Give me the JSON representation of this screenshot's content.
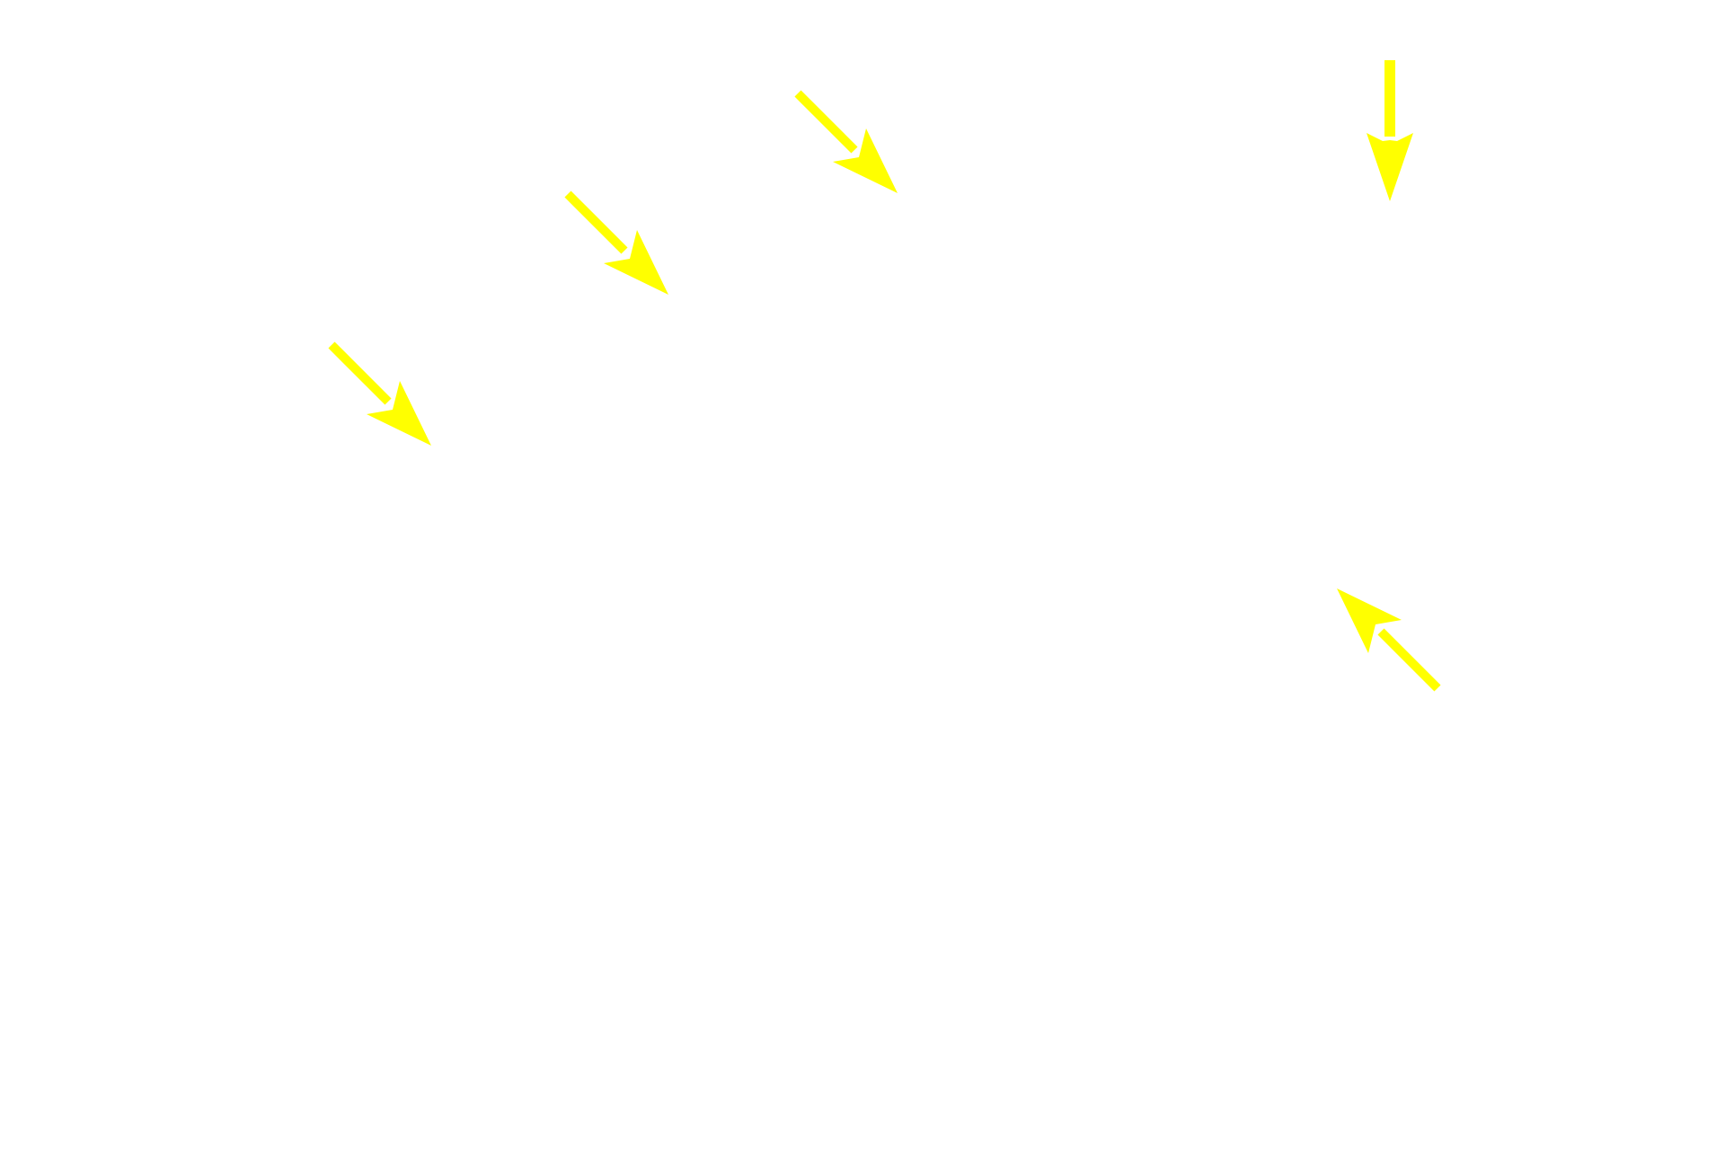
{
  "background_color": "#ffffff",
  "arrow_color": "#ffff00",
  "arrows": [
    {
      "name": "arrow-left-diagonal",
      "icon": "arrow-down-right-icon"
    },
    {
      "name": "arrow-middle-diagonal",
      "icon": "arrow-down-right-icon"
    },
    {
      "name": "arrow-upper-diagonal",
      "icon": "arrow-down-right-icon"
    },
    {
      "name": "arrow-vertical-right",
      "icon": "arrow-down-icon"
    },
    {
      "name": "arrow-lower-right",
      "icon": "arrow-up-left-icon"
    }
  ]
}
